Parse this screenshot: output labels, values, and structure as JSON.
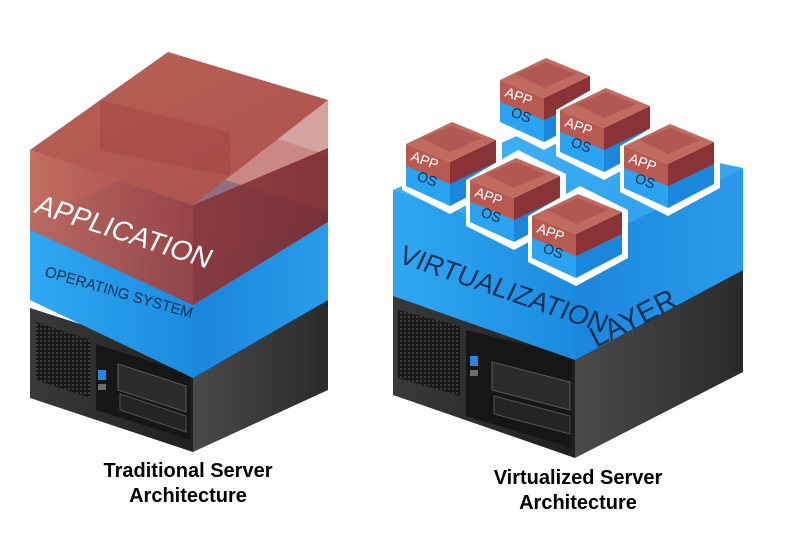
{
  "traditional": {
    "application_label": "APPLICATION",
    "os_label": "OPERATING SYSTEM",
    "caption_line1": "Traditional Server",
    "caption_line2": "Architecture"
  },
  "virtualized": {
    "layer_label_left": "VIRTUALIZATION",
    "layer_label_right": "LAYER",
    "caption_line1": "Virtualized Server",
    "caption_line2": "Architecture",
    "vm_count": 6,
    "vm_app_label": "APP",
    "vm_os_label": "OS"
  },
  "colors": {
    "application_red": "#9c3d3c",
    "os_blue": "#1e98ea",
    "layer_blue": "#2e9fee",
    "server_dark": "#2b2b2b",
    "caption_text": "#000000"
  }
}
